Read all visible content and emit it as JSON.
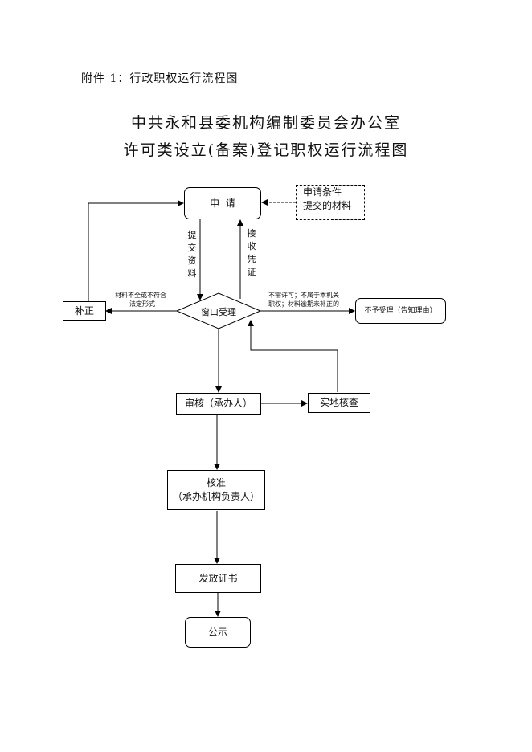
{
  "attachment_label": "附件 1：行政职权运行流程图",
  "title_line1": "中共永和县委机构编制委员会办公室",
  "title_line2": "许可类设立(备案)登记职权运行流程图",
  "nodes": {
    "apply": "申  请",
    "conditions_line1": "申请条件",
    "conditions_line2": "提交的材料",
    "window": "窗口受理",
    "correction": "补正",
    "reject": "不予受理（告知理由）",
    "review": "审核（承办人）",
    "inspection": "实地核查",
    "approve_line1": "核准",
    "approve_line2": "（承办机构负责人）",
    "issue": "发放证书",
    "publicize": "公示"
  },
  "edge_labels": {
    "submit": [
      "提",
      "交",
      "资",
      "料"
    ],
    "receive": [
      "接",
      "收",
      "凭",
      "证"
    ],
    "incomplete_line1": "材料不全或不符合",
    "incomplete_line2": "法定形式",
    "reject_cond_line1": "不需许可；不属于本机关",
    "reject_cond_line2": "职权；材料逾期未补正的"
  }
}
